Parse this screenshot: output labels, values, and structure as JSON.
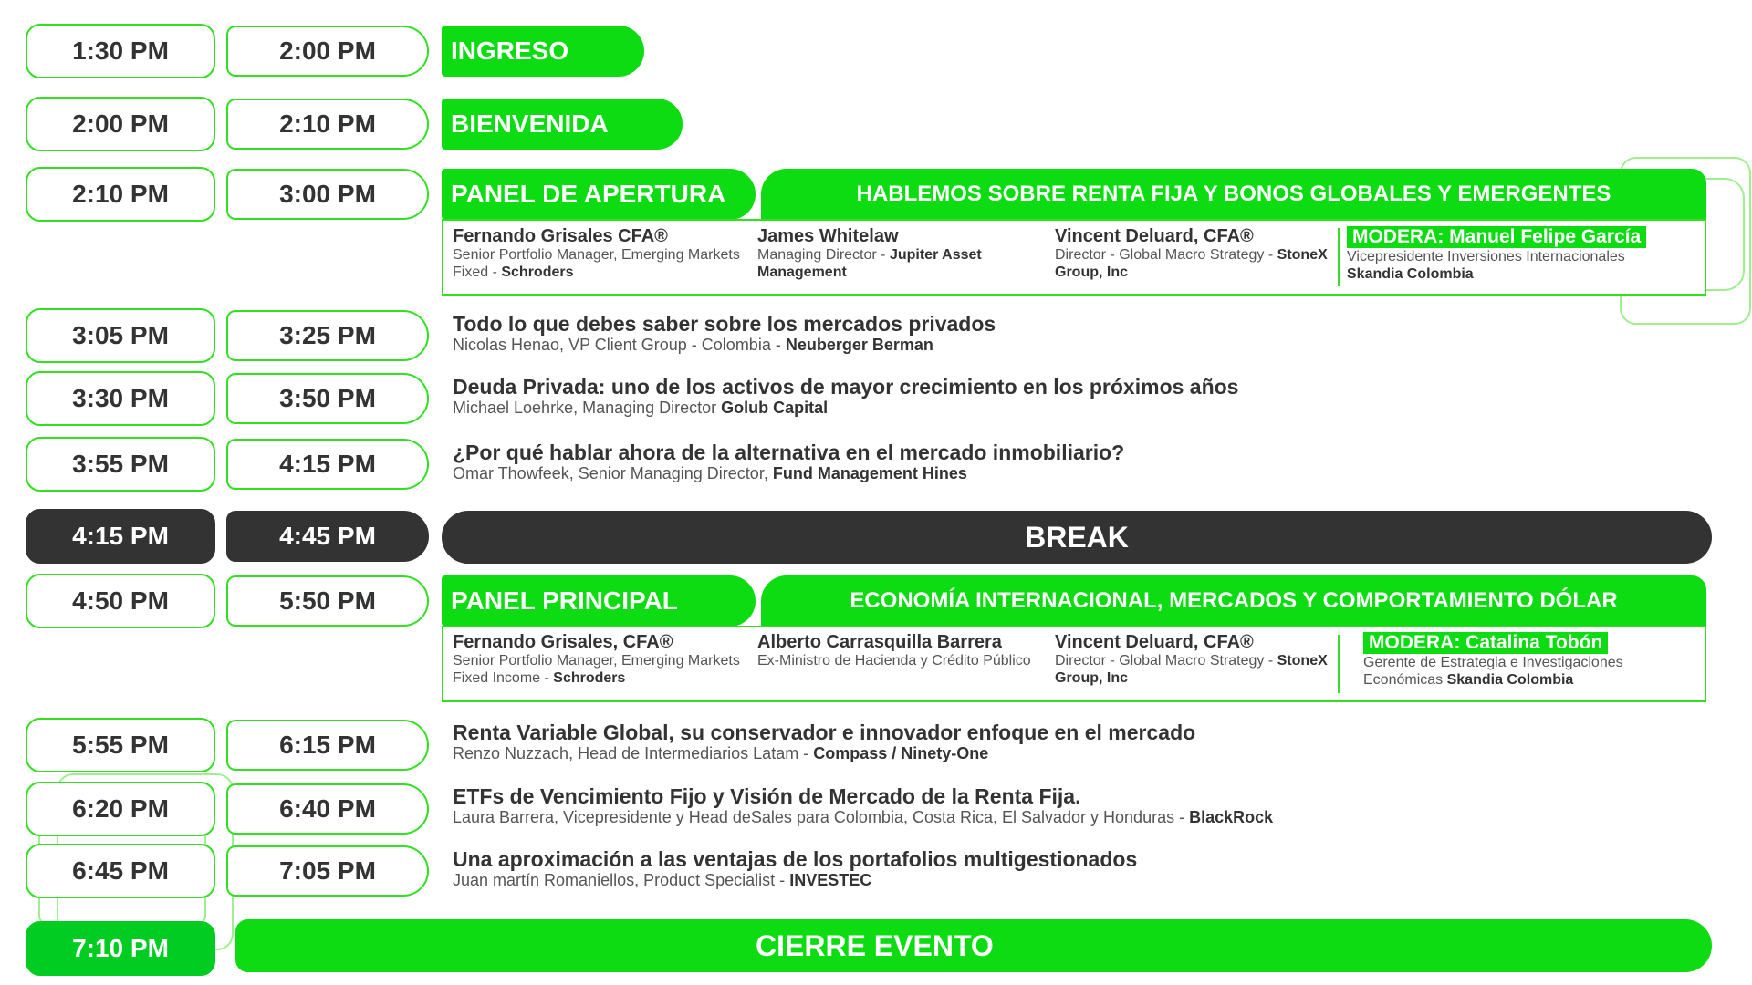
{
  "rows": [
    {
      "start": "1:30 PM",
      "end": "2:00 PM",
      "label": "INGRESO"
    },
    {
      "start": "2:00 PM",
      "end": "2:10 PM",
      "label": "BIENVENIDA"
    },
    {
      "start": "2:10 PM",
      "end": "3:00 PM",
      "panel": "PANEL DE APERTURA",
      "topic": "HABLEMOS SOBRE RENTA FIJA Y BONOS GLOBALES Y EMERGENTES",
      "speakers": [
        {
          "name": "Fernando Grisales CFA®",
          "role": "Senior Portfolio Manager, Emerging Markets Fixed  -",
          "org": "Schroders"
        },
        {
          "name": "James Whitelaw",
          "role": "Managing Director -",
          "org": "Jupiter Asset Management"
        },
        {
          "name": "Vincent Deluard, CFA®",
          "role": "Director - Global Macro Strategy -",
          "org": "StoneX Group, Inc"
        }
      ],
      "moderator": {
        "label": "MODERA: Manuel Felipe García",
        "role": "Vicepresidente Inversiones Internacionales",
        "org": "Skandia Colombia"
      }
    },
    {
      "start": "3:05 PM",
      "end": "3:25 PM",
      "title": "Todo lo que debes saber sobre los mercados privados",
      "speaker": "Nicolas Henao, VP Client Group - Colombia -",
      "org": "Neuberger Berman"
    },
    {
      "start": "3:30 PM",
      "end": "3:50 PM",
      "title": "Deuda Privada: uno de los activos de mayor crecimiento en los próximos años",
      "speaker": "Michael Loehrke, Managing Director",
      "org": "Golub Capital"
    },
    {
      "start": "3:55 PM",
      "end": "4:15 PM",
      "title": "¿Por qué hablar ahora de la alternativa en el mercado inmobiliario?",
      "speaker": "Omar Thowfeek, Senior Managing Director,",
      "org": "Fund Management Hines"
    },
    {
      "start": "4:15 PM",
      "end": "4:45 PM",
      "label": "BREAK"
    },
    {
      "start": "4:50 PM",
      "end": "5:50 PM",
      "panel": "PANEL PRINCIPAL",
      "topic": "ECONOMÍA INTERNACIONAL, MERCADOS Y COMPORTAMIENTO DÓLAR",
      "speakers": [
        {
          "name": "Fernando Grisales, CFA®",
          "role": "Senior Portfolio Manager, Emerging Markets Fixed Income -",
          "org": "Schroders"
        },
        {
          "name": "Alberto Carrasquilla Barrera",
          "role": "Ex-Ministro de Hacienda y Crédito Público",
          "org": ""
        },
        {
          "name": "Vincent Deluard, CFA®",
          "role": "Director - Global Macro Strategy -",
          "org": "StoneX Group, Inc"
        }
      ],
      "moderator": {
        "label": "MODERA: Catalina Tobón",
        "role": "Gerente de Estrategia e Investigaciones Económicas",
        "org": "Skandia Colombia"
      }
    },
    {
      "start": "5:55 PM",
      "end": "6:15 PM",
      "title": "Renta Variable Global, su conservador e innovador enfoque en el mercado",
      "speaker": "Renzo Nuzzach, Head de Intermediarios Latam -",
      "org": "Compass / Ninety-One"
    },
    {
      "start": "6:20 PM",
      "end": "6:40 PM",
      "title": "ETFs de Vencimiento Fijo y Visión de Mercado de la Renta Fija.",
      "speaker": "Laura Barrera, Vicepresidente y Head deSales para Colombia, Costa Rica, El Salvador y Honduras -",
      "org": "BlackRock"
    },
    {
      "start": "6:45 PM",
      "end": "7:05 PM",
      "title": "Una aproximación a las ventajas de los portafolios multigestionados",
      "speaker": "Juan martín Romaniellos, Product Specialist -",
      "org": "INVESTEC"
    },
    {
      "start": "7:10 PM",
      "label": "CIERRE EVENTO"
    }
  ],
  "colors": {
    "green": "#0ddc12",
    "outline": "#33e021",
    "dark": "#333333",
    "text": "#333333"
  }
}
